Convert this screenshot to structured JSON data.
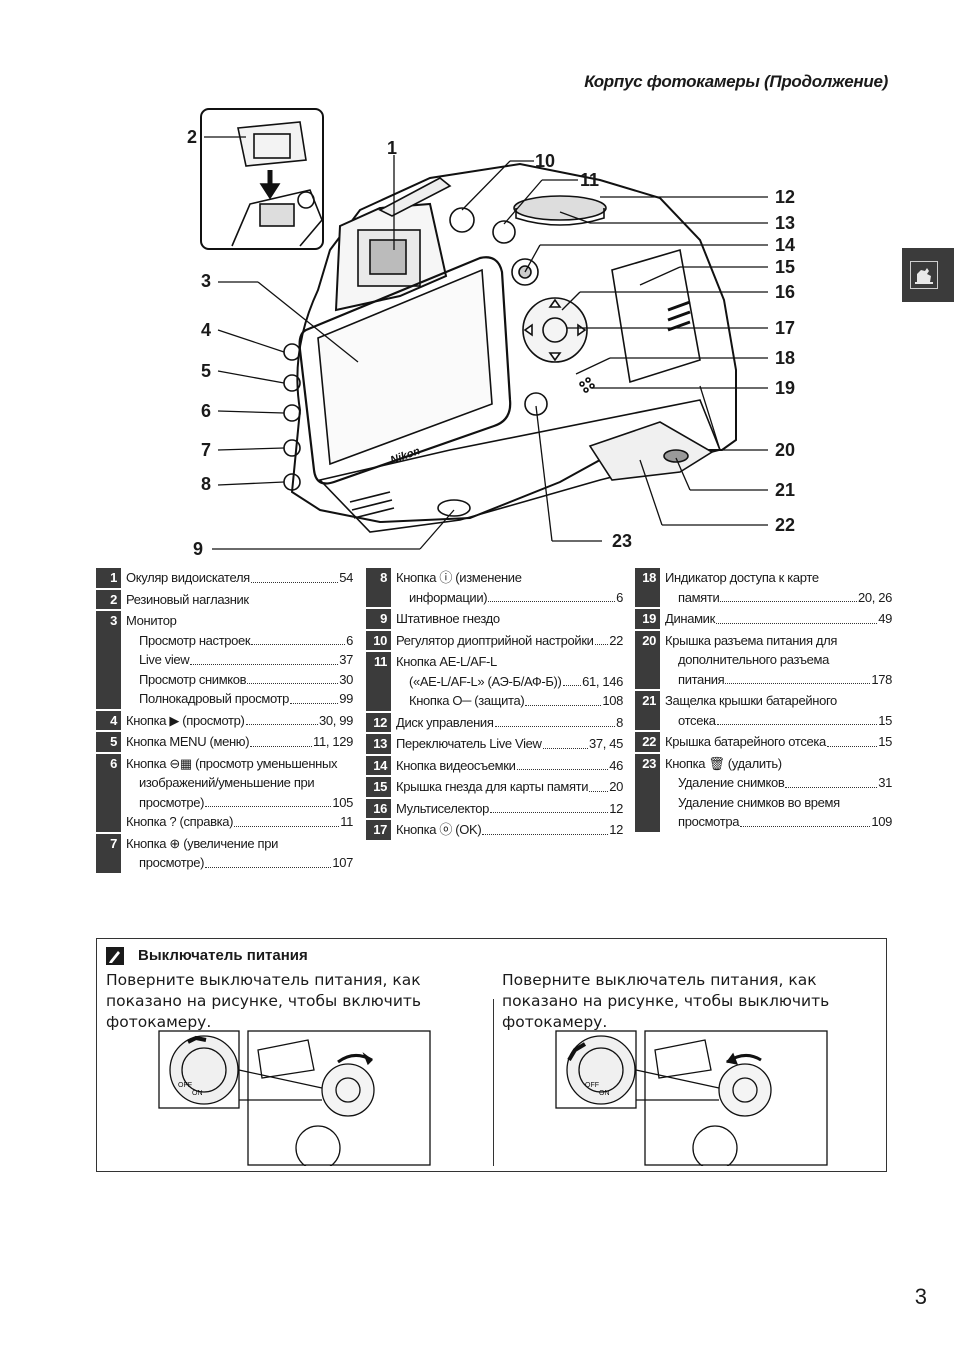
{
  "header": {
    "title": "Корпус фотокамеры (Продолжение)"
  },
  "figure": {
    "callouts": [
      "1",
      "2",
      "3",
      "4",
      "5",
      "6",
      "7",
      "8",
      "9",
      "10",
      "11",
      "12",
      "13",
      "14",
      "15",
      "16",
      "17",
      "18",
      "19",
      "20",
      "21",
      "22",
      "23"
    ],
    "brand_text": "Nikon"
  },
  "legend": {
    "col1": [
      {
        "num": "1",
        "lines": [
          {
            "text": "Окуляр видоискателя",
            "page": "54"
          }
        ]
      },
      {
        "num": "2",
        "lines": [
          {
            "text": "Резиновый наглазник"
          }
        ]
      },
      {
        "num": "3",
        "lines": [
          {
            "text": "Монитор"
          },
          {
            "text": "Просмотр настроек",
            "page": "6",
            "sub": true
          },
          {
            "text": "Live view",
            "page": "37",
            "sub": true
          },
          {
            "text": "Просмотр снимков",
            "page": "30",
            "sub": true
          },
          {
            "text": "Полнокадровый просмотр",
            "page": "99",
            "sub": true
          }
        ]
      },
      {
        "num": "4",
        "lines": [
          {
            "text": "Кнопка ▶ (просмотр)",
            "page": "30, 99"
          }
        ]
      },
      {
        "num": "5",
        "lines": [
          {
            "text": "Кнопка MENU (меню)",
            "page": "11, 129"
          }
        ]
      },
      {
        "num": "6",
        "lines": [
          {
            "text": "Кнопка ⊖▦ (просмотр уменьшенных"
          },
          {
            "text": "изображений/уменьшение при",
            "sub": true
          },
          {
            "text": "просмотре)",
            "page": "105",
            "sub": true
          },
          {
            "text": "Кнопка ? (справка)",
            "page": "11"
          }
        ]
      },
      {
        "num": "7",
        "lines": [
          {
            "text": "Кнопка ⊕ (увеличение при"
          },
          {
            "text": "просмотре)",
            "page": "107",
            "sub": true
          }
        ]
      }
    ],
    "col2": [
      {
        "num": "8",
        "lines": [
          {
            "text": "Кнопка ⓘ (изменение"
          },
          {
            "text": "информации)",
            "page": "6",
            "sub": true
          }
        ]
      },
      {
        "num": "9",
        "lines": [
          {
            "text": "Штативное гнездо"
          }
        ]
      },
      {
        "num": "10",
        "lines": [
          {
            "text": "Регулятор диоптрийной настройки",
            "page": "22"
          }
        ]
      },
      {
        "num": "11",
        "lines": [
          {
            "text": "Кнопка AE-L/AF-L"
          },
          {
            "text": "(«AE-L/AF-L» (АЭ-Б/АФ-Б))",
            "page": "61, 146",
            "sub": true
          },
          {
            "text": "Кнопка O─ (защита)",
            "page": "108",
            "sub": true
          }
        ]
      },
      {
        "num": "12",
        "lines": [
          {
            "text": "Диск управления",
            "page": "8"
          }
        ]
      },
      {
        "num": "13",
        "lines": [
          {
            "text": "Переключатель Live View",
            "page": "37, 45"
          }
        ]
      },
      {
        "num": "14",
        "lines": [
          {
            "text": "Кнопка видеосъемки",
            "page": "46"
          }
        ]
      },
      {
        "num": "15",
        "lines": [
          {
            "text": "Крышка гнезда для карты памяти",
            "page": "20"
          }
        ]
      },
      {
        "num": "16",
        "lines": [
          {
            "text": "Мультиселектор",
            "page": "12"
          }
        ]
      },
      {
        "num": "17",
        "lines": [
          {
            "text": "Кнопка ⓞ (OK)",
            "page": "12"
          }
        ]
      }
    ],
    "col3": [
      {
        "num": "18",
        "lines": [
          {
            "text": "Индикатор доступа к карте"
          },
          {
            "text": "памяти",
            "page": "20, 26",
            "sub": true
          }
        ]
      },
      {
        "num": "19",
        "lines": [
          {
            "text": "Динамик",
            "page": "49"
          }
        ]
      },
      {
        "num": "20",
        "lines": [
          {
            "text": "Крышка разъема питания для"
          },
          {
            "text": "дополнительного разъема",
            "sub": true
          },
          {
            "text": "питания",
            "page": "178",
            "sub": true
          }
        ]
      },
      {
        "num": "21",
        "lines": [
          {
            "text": "Защелка крышки батарейного"
          },
          {
            "text": "отсека",
            "page": "15",
            "sub": true
          }
        ]
      },
      {
        "num": "22",
        "lines": [
          {
            "text": "Крышка батарейного отсека",
            "page": "15"
          }
        ]
      },
      {
        "num": "23",
        "lines": [
          {
            "text": "Кнопка 🗑 (удалить)"
          },
          {
            "text": "Удаление снимков",
            "page": "31",
            "sub": true
          },
          {
            "text": "Удаление снимков во время",
            "sub": true
          },
          {
            "text": "просмотра",
            "page": "109",
            "sub": true
          }
        ]
      }
    ]
  },
  "note": {
    "title": "Выключатель питания",
    "left_text": "Поверните выключатель питания, как показано на рисунке, чтобы включить фотокамеру.",
    "right_text": "Поверните выключатель питания, как показано на рисунке, чтобы выключить фотокамеру.",
    "switch_labels": {
      "off": "OFF",
      "on": "ON"
    }
  },
  "page_number": "3"
}
